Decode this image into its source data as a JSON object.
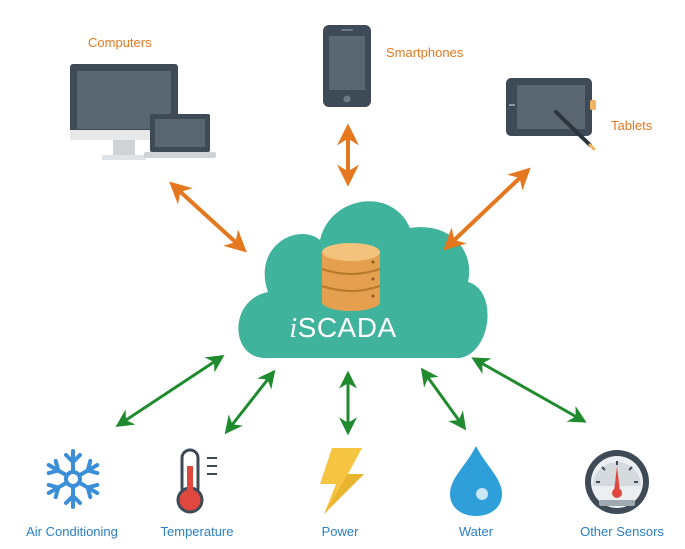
{
  "hub": {
    "prefix": "i",
    "name": "SCADA"
  },
  "clients": [
    {
      "label": "Computers",
      "icon": "computer-monitor-laptop-icon"
    },
    {
      "label": "Smartphones",
      "icon": "smartphone-icon"
    },
    {
      "label": "Tablets",
      "icon": "tablet-stylus-icon"
    }
  ],
  "sensors": [
    {
      "label": "Air Conditioning",
      "icon": "snowflake-icon"
    },
    {
      "label": "Temperature",
      "icon": "thermometer-icon"
    },
    {
      "label": "Power",
      "icon": "lightning-bolt-icon"
    },
    {
      "label": "Water",
      "icon": "water-drop-icon"
    },
    {
      "label": "Other Sensors",
      "icon": "gauge-icon"
    }
  ],
  "colors": {
    "cloud": "#3fb39b",
    "client_arrows": "#e5781f",
    "sensor_arrows": "#1f8a2e",
    "client_text": "#e5781f",
    "sensor_text": "#2a7fc7",
    "database": "#f0b463"
  }
}
